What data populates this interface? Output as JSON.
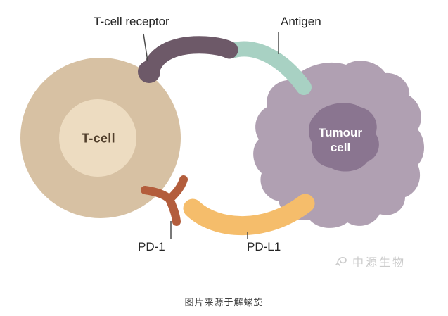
{
  "diagram": {
    "labels": {
      "t_cell_receptor": "T-cell receptor",
      "antigen": "Antigen",
      "pd1": "PD-1",
      "pdl1": "PD-L1",
      "t_cell": "T-cell",
      "tumour_line1": "Tumour",
      "tumour_line2": "cell"
    },
    "colors": {
      "t_cell_outer": "#d7c1a3",
      "t_cell_inner": "#eddcc1",
      "tumour_outer": "#b0a0b2",
      "tumour_inner": "#8a7590",
      "receptor": "#6d5968",
      "antigen": "#a8d1c3",
      "pd1": "#b35d3c",
      "pdl1": "#f5bd6b",
      "line": "#4a4a4a"
    }
  },
  "watermark": {
    "text": "中源生物"
  },
  "caption": {
    "text": "图片来源于解螺旋"
  }
}
